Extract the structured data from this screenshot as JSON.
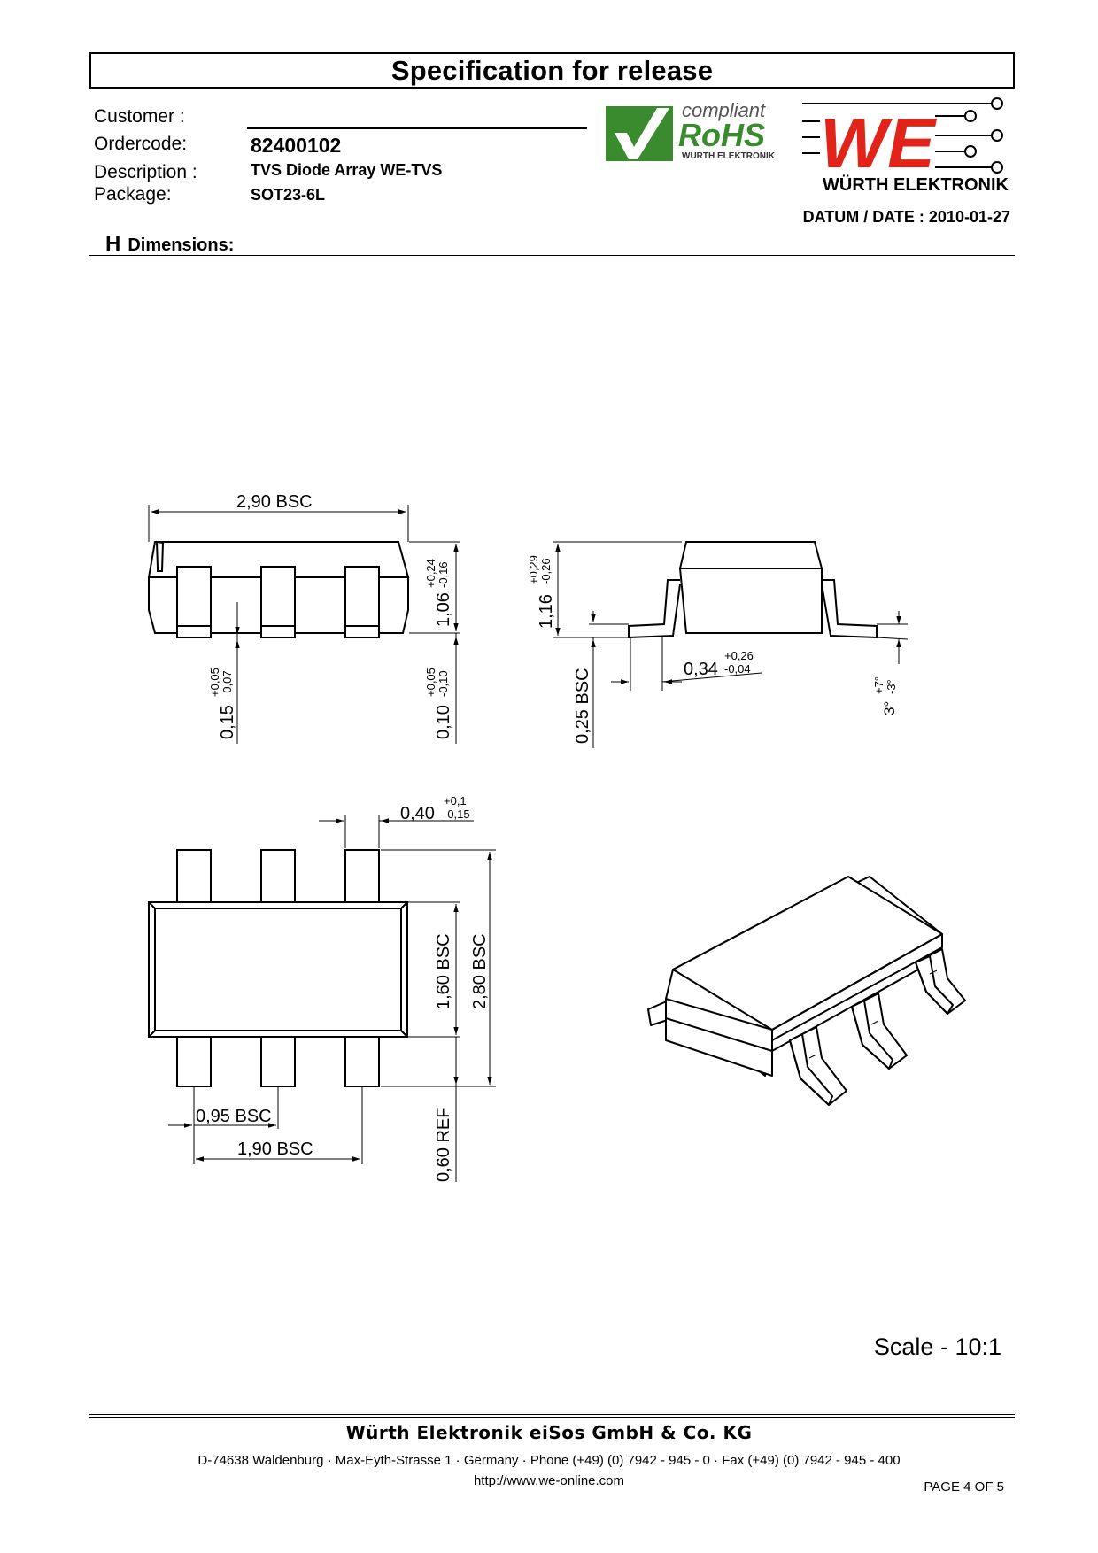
{
  "header": {
    "title": "Specification for release",
    "customer_label": "Customer :",
    "customer_value": "",
    "ordercode_label": "Ordercode:",
    "ordercode_value": "82400102",
    "description_label": "Description :",
    "description_value": "TVS Diode Array WE-TVS",
    "package_label": "Package:",
    "package_value": "SOT23-6L",
    "date": "DATUM / DATE : 2010-01-27"
  },
  "logos": {
    "rohs_compliant": "compliant",
    "rohs_text": "RoHS",
    "rohs_sub": "WÜRTH ELEKTRONIK",
    "we_text": "WE",
    "we_name": "WÜRTH ELEKTRONIK",
    "rohs_color": "#3a8a2e",
    "we_color": "#e2231a"
  },
  "section": {
    "letter": "H",
    "name": "Dimensions:"
  },
  "drawing": {
    "dims": {
      "d290": "2,90  BSC",
      "d106": "1,06",
      "d106_tol": [
        "+0,24",
        "-0,16"
      ],
      "d015": "0,15",
      "d015_tol": [
        "+0,05",
        "-0,07"
      ],
      "d010": "0,10",
      "d010_tol": [
        "+0,05",
        "-0,10"
      ],
      "d116": "1,16",
      "d116_tol": [
        "+0,29",
        "-0,26"
      ],
      "d025": "0,25 BSC",
      "d034": "0,34",
      "d034_tol": [
        "+0,26",
        "-0,04"
      ],
      "angle": "3°",
      "angle_tol": [
        "+7°",
        "-3°"
      ],
      "d040": "0,40",
      "d040_tol": [
        "+0,1",
        "-0,15"
      ],
      "d160": "1,60  BSC",
      "d280": "2,80  BSC",
      "d060": "0,60  REF",
      "d095": "0,95  BSC",
      "d190": "1,90  BSC"
    },
    "scale": "Scale - 10:1"
  },
  "footer": {
    "company": "Würth Elektronik eiSos GmbH & Co. KG",
    "address": "D-74638 Waldenburg · Max-Eyth-Strasse 1 · Germany · Phone (+49) (0) 7942 - 945 - 0 · Fax (+49) (0) 7942 - 945 - 400",
    "url": "http://www.we-online.com",
    "page": "PAGE 4 OF 5"
  }
}
